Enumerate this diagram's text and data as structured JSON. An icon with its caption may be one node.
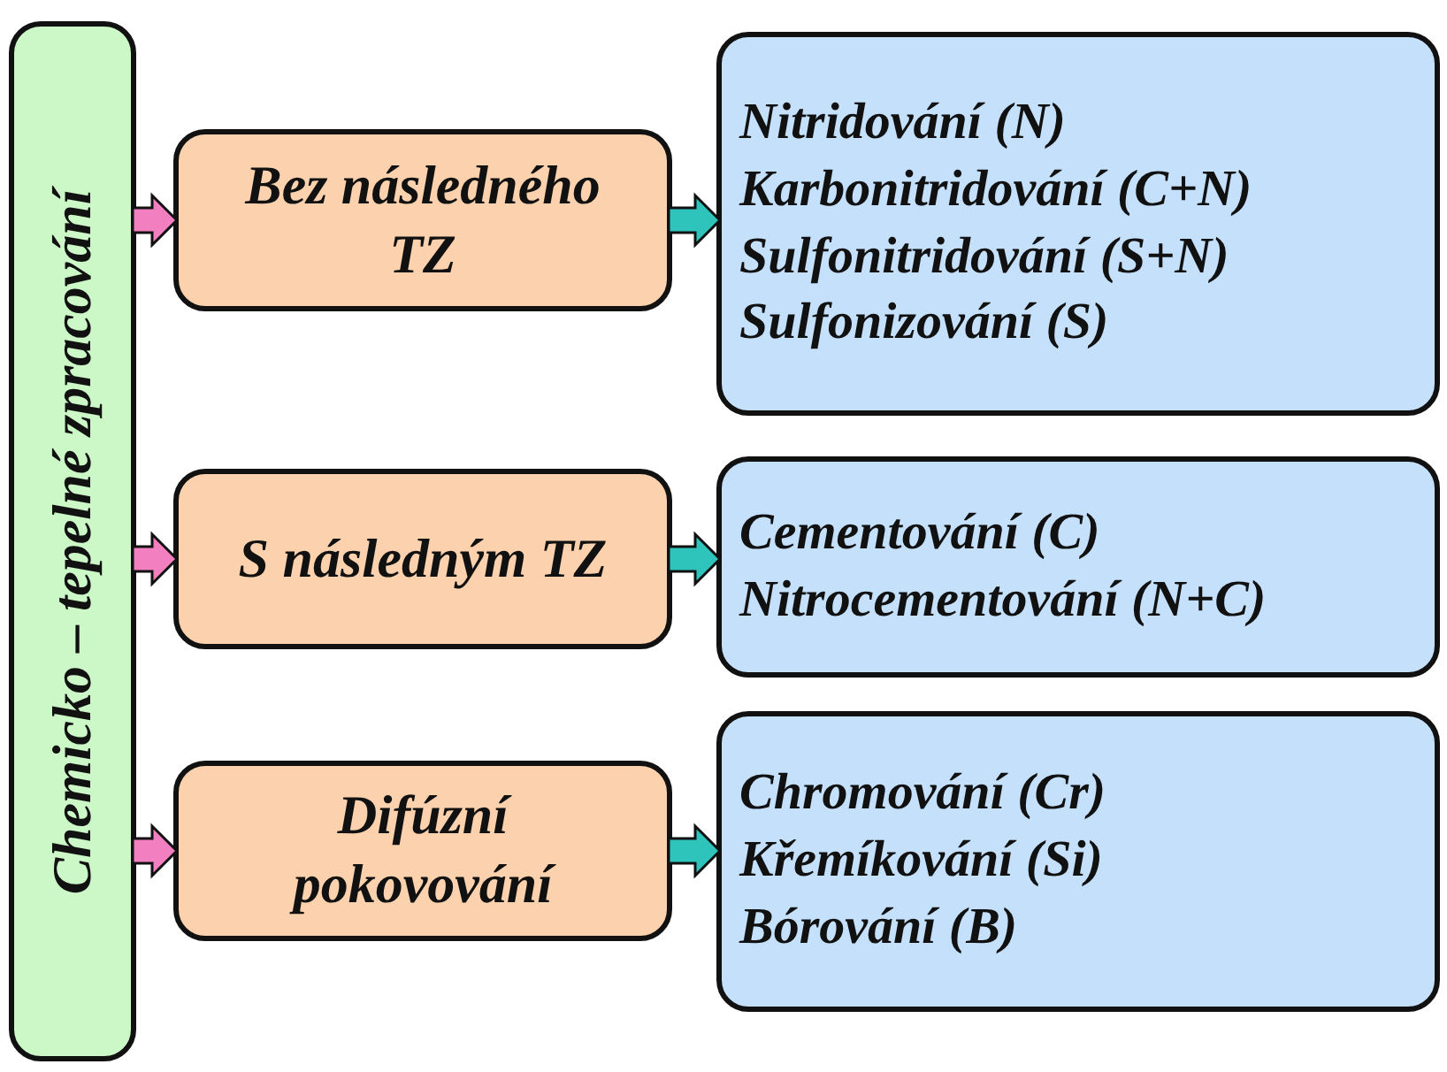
{
  "diagram": {
    "nodes": [
      {
        "text": [
          "Chemicko – tepelné zpracování"
        ]
      },
      {
        "text": [
          "Bez následného TZ"
        ]
      },
      {
        "text": [
          "Nitridování (N)",
          "Karbonitridování (C+N)",
          "Sulfonitridování (S+N)",
          "Sulfonizování (S)"
        ]
      },
      {
        "text": [
          "S následným TZ"
        ]
      },
      {
        "text": [
          "Cementování (C)",
          "Nitrocementování (N+C)"
        ]
      },
      {
        "text": [
          "Difúzní pokovování"
        ]
      },
      {
        "text": [
          "Chromování (Cr)",
          "Křemíkování (Si)",
          "Bórování (B)"
        ]
      }
    ],
    "edges": [
      {
        "from": 0,
        "to": 1,
        "arrow": "to",
        "color": "#f27fc0"
      },
      {
        "from": 1,
        "to": 2,
        "arrow": "to",
        "color": "#2ec4bc"
      },
      {
        "from": 0,
        "to": 3,
        "arrow": "to",
        "color": "#f27fc0"
      },
      {
        "from": 3,
        "to": 4,
        "arrow": "to",
        "color": "#2ec4bc"
      },
      {
        "from": 0,
        "to": 5,
        "arrow": "to",
        "color": "#f27fc0"
      },
      {
        "from": 5,
        "to": 6,
        "arrow": "to",
        "color": "#2ec4bc"
      }
    ]
  }
}
